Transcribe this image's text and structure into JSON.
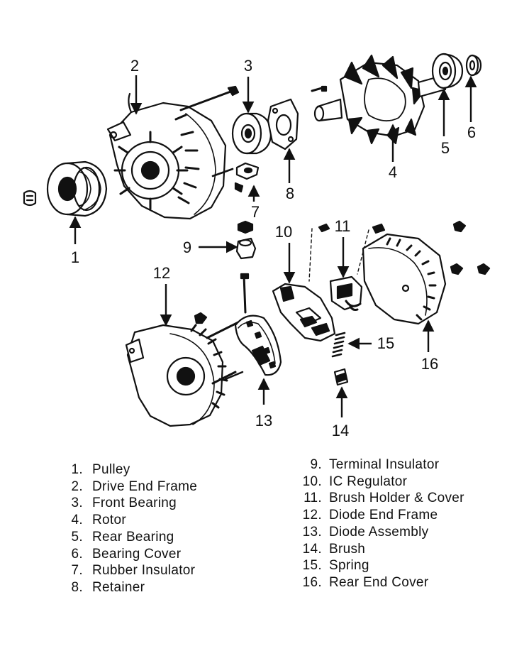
{
  "callouts": [
    "1",
    "2",
    "3",
    "4",
    "5",
    "6",
    "7",
    "8",
    "9",
    "10",
    "11",
    "12",
    "13",
    "14",
    "15",
    "16"
  ],
  "legend": {
    "left": [
      {
        "num": "1.",
        "label": "Pulley"
      },
      {
        "num": "2.",
        "label": "Drive End Frame"
      },
      {
        "num": "3.",
        "label": "Front Bearing"
      },
      {
        "num": "4.",
        "label": "Rotor"
      },
      {
        "num": "5.",
        "label": "Rear Bearing"
      },
      {
        "num": "6.",
        "label": "Bearing Cover"
      },
      {
        "num": "7.",
        "label": "Rubber Insulator"
      },
      {
        "num": "8.",
        "label": "Retainer"
      }
    ],
    "right": [
      {
        "num": "9.",
        "label": "Terminal Insulator"
      },
      {
        "num": "10.",
        "label": "IC Regulator"
      },
      {
        "num": "11.",
        "label": "Brush Holder & Cover"
      },
      {
        "num": "12.",
        "label": "Diode End Frame"
      },
      {
        "num": "13.",
        "label": "Diode Assembly"
      },
      {
        "num": "14.",
        "label": "Brush"
      },
      {
        "num": "15.",
        "label": "Spring"
      },
      {
        "num": "16.",
        "label": "Rear End Cover"
      }
    ]
  }
}
